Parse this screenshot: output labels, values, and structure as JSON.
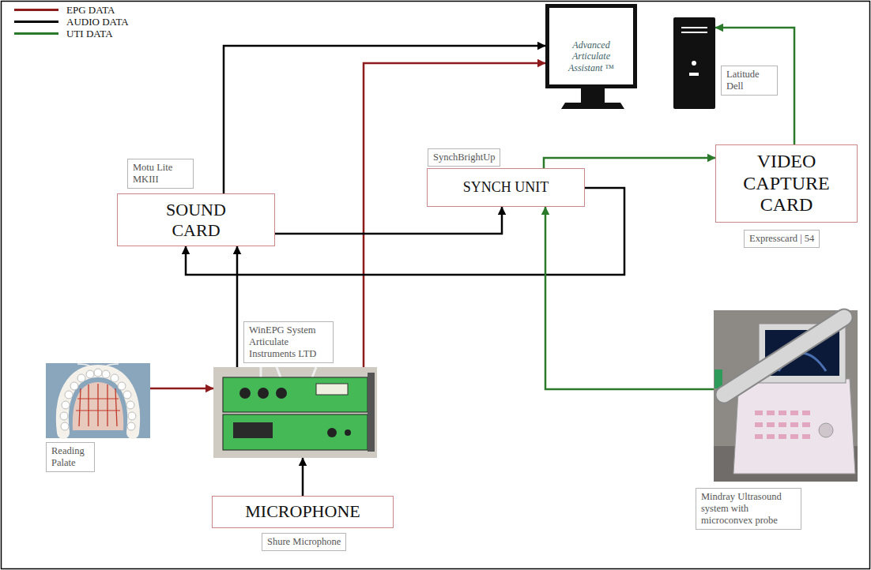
{
  "diagram": {
    "nodes": [
      {
        "text": [
          "Advanced Articulate Assistant ™"
        ]
      },
      {
        "text": [
          "Latitude Dell"
        ]
      },
      {
        "text": [
          "Motu Lite MKIII",
          "SOUND CARD"
        ]
      },
      {
        "text": [
          "SynchBrightUp",
          "SYNCH UNIT"
        ]
      },
      {
        "text": [
          "VIDEO CAPTURE CARD",
          "Expresscard | 54"
        ]
      },
      {
        "text": [
          "WinEPG System Articulate Instruments LTD"
        ]
      },
      {
        "text": [
          "Reading Palate"
        ]
      },
      {
        "text": [
          "Mindray Ultrasound system with microconvex probe"
        ]
      },
      {
        "text": [
          "MICROPHONE",
          "Shure Microphone"
        ]
      }
    ],
    "edges": [
      {
        "from": 2,
        "to": 0,
        "arrow": "to"
      },
      {
        "from": 5,
        "to": 0,
        "arrow": "to"
      },
      {
        "from": 2,
        "to": 3,
        "arrow": "to"
      },
      {
        "from": 3,
        "to": 2,
        "arrow": "to"
      },
      {
        "from": 5,
        "to": 2,
        "arrow": "to"
      },
      {
        "from": 3,
        "to": 4,
        "arrow": "to"
      },
      {
        "from": 7,
        "to": 3,
        "arrow": "to"
      },
      {
        "from": 4,
        "to": 1,
        "arrow": "to"
      },
      {
        "from": 6,
        "to": 5,
        "arrow": "to"
      },
      {
        "from": 8,
        "to": 5,
        "arrow": "to"
      }
    ],
    "legend": [
      {
        "text": "EPG DATA",
        "color": "#8e1b1b"
      },
      {
        "text": "AUDIO DATA",
        "color": "#000000"
      },
      {
        "text": "UTI DATA",
        "color": "#2b7a2b"
      }
    ]
  }
}
